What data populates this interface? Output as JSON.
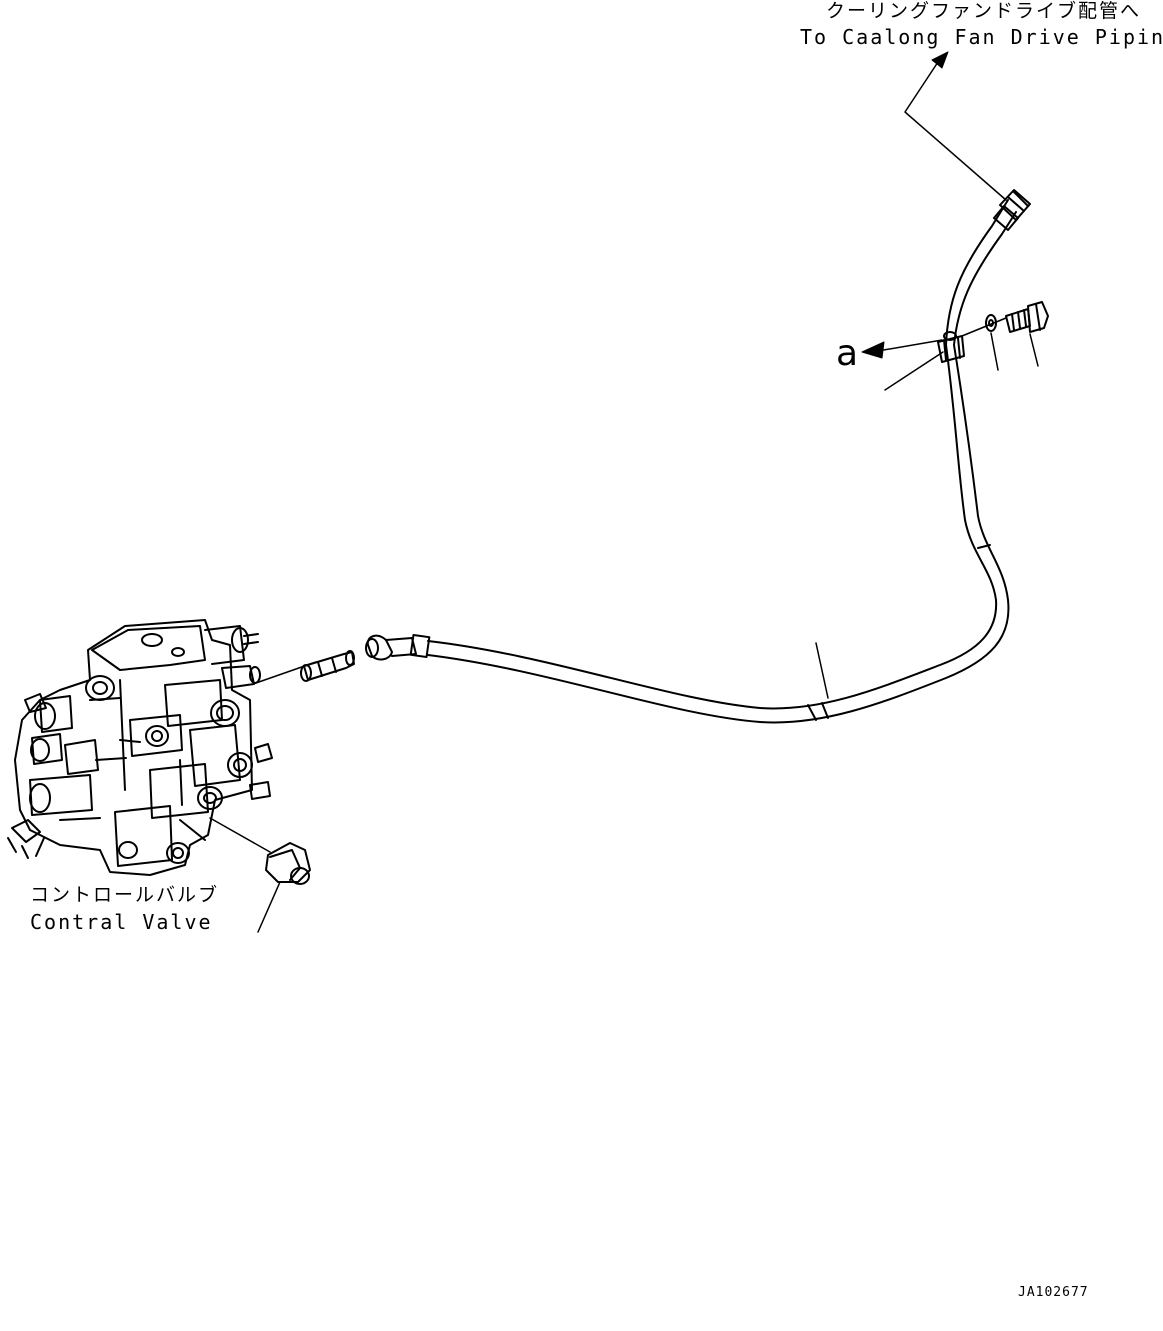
{
  "labels": {
    "fan_drive_jp": "クーリングファンドライブ配管へ",
    "fan_drive_en": "To Caalong Fan Drive Piping",
    "valve_jp": "コントロールバルブ",
    "valve_en": "Contral Valve",
    "view_a": "a",
    "drawing_code": "JA102677"
  },
  "colors": {
    "ink": "#000000",
    "paper": "#ffffff"
  }
}
